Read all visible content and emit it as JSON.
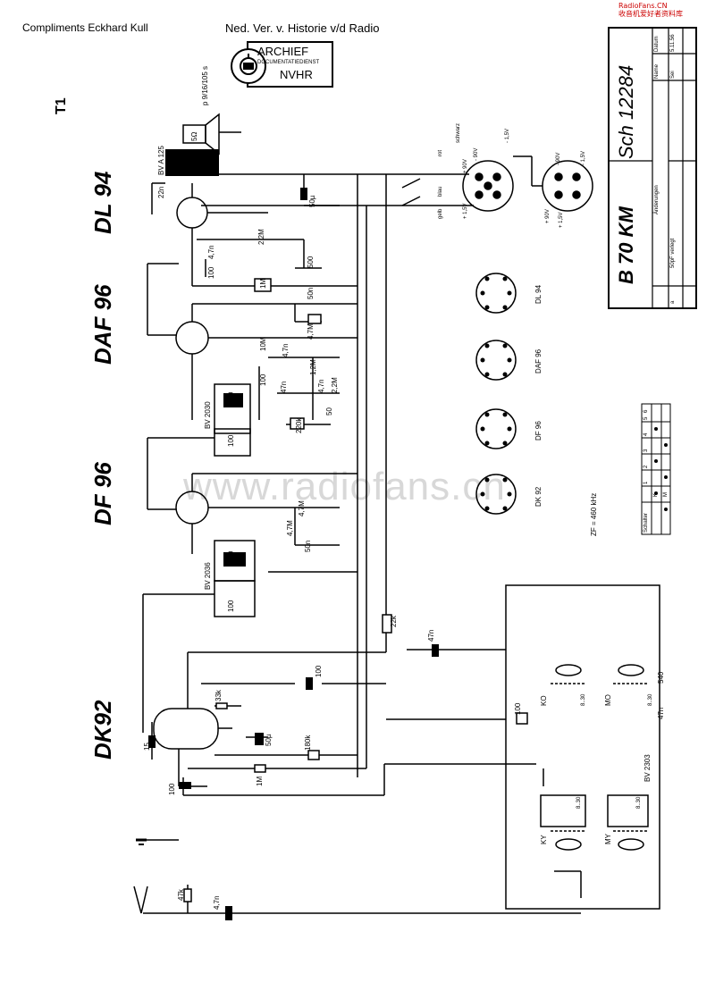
{
  "header": {
    "compliments": "Compliments Eckhard Kull",
    "society": "Ned. Ver. v. Historie v/d Radio",
    "watermark_top": "RadioFans.CN\n收音机爱好者资料库"
  },
  "stamp": {
    "title": "ARCHIEF",
    "subtitle": "DOCUMENTATIEDIENST",
    "org": "NVHR"
  },
  "sheet_label": "T1",
  "tubes": [
    "DL 94",
    "DAF 96",
    "DF 96",
    "DK92"
  ],
  "title_block": {
    "model": "B 70 KM",
    "drawing_no": "Sch 12284",
    "col_datum": "Datum",
    "col_name": "Name",
    "date": "5.11.56",
    "name": "Sei",
    "aenderungen": "Änderungen",
    "change_note": "50pF verlegt",
    "change_index": "a"
  },
  "watermark": "www.radiofans.cn",
  "components": {
    "speaker": "p 9/16/105 s",
    "speaker_imp": "5Ω",
    "output_trafo": "BV A 125",
    "c22n": "22n",
    "c50u_a": "50µ",
    "r2_2M": "2,2M",
    "r1M_a": "1M",
    "c47n_a": "4,7n",
    "c100_a": "100",
    "c500": "500",
    "c50n_a": "50n",
    "r4_7M": "4,7M",
    "r10M": "10M",
    "c4_7n_b": "4,7n",
    "r1_2M": "1,2M",
    "c47n_b": "47n",
    "c100_b": "100",
    "c50_b": "50",
    "r220k": "220k",
    "c100pF": "100",
    "c4_7n_c": "4,7n",
    "r2_2M_b": "2,2M",
    "if_bv2030": "BV 2030",
    "c100_c": "100",
    "c100_d": "100",
    "r4_7M_b": "4,7M",
    "r4_7M_c": "4,7M",
    "c50n_b": "50n",
    "if_bv2036": "BV 2036",
    "c200": "200",
    "c100_e": "100",
    "r22k": "22k",
    "c47n_c": "47n",
    "c100_f": "100",
    "r33k": "33k",
    "c50u_b": "50µ",
    "r180k": "180k",
    "c15": "15",
    "r1M_b": "1M",
    "c100_g": "100",
    "c100_h": "100",
    "r47k": "47k",
    "c4_7n_d": "4,7n",
    "ko": "KO",
    "mo": "MO",
    "ky": "KY",
    "my": "MY",
    "c8_30_a": "8..30",
    "c8_30_b": "8..30",
    "c8_30_c": "8..30",
    "c8_30_d": "8..30",
    "c540": "540",
    "c47n_d": "47n",
    "osc_coil": "BV 2303"
  },
  "supply": {
    "schwarz": "schwarz",
    "rot": "rot",
    "blau": "blau",
    "gelb": "gelb",
    "p90": "+ 90V",
    "m90": "- 90V",
    "m1_5": "- 1,5V",
    "p1_5": "+ 1,5V",
    "p90b": "+ 90V",
    "m90b": "- 90V",
    "m1_5b": "- 1,5V",
    "p1_5b": "+ 1,5V"
  },
  "pinouts": [
    "DL 94",
    "DAF 96",
    "DF 96",
    "DK 92"
  ],
  "if_freq": "ZF = 460 kHz",
  "switch_table": {
    "header": "Schalter",
    "rows": [
      "K",
      "M"
    ],
    "cols": [
      "1",
      "2",
      "3",
      "4",
      "5",
      "6"
    ]
  }
}
